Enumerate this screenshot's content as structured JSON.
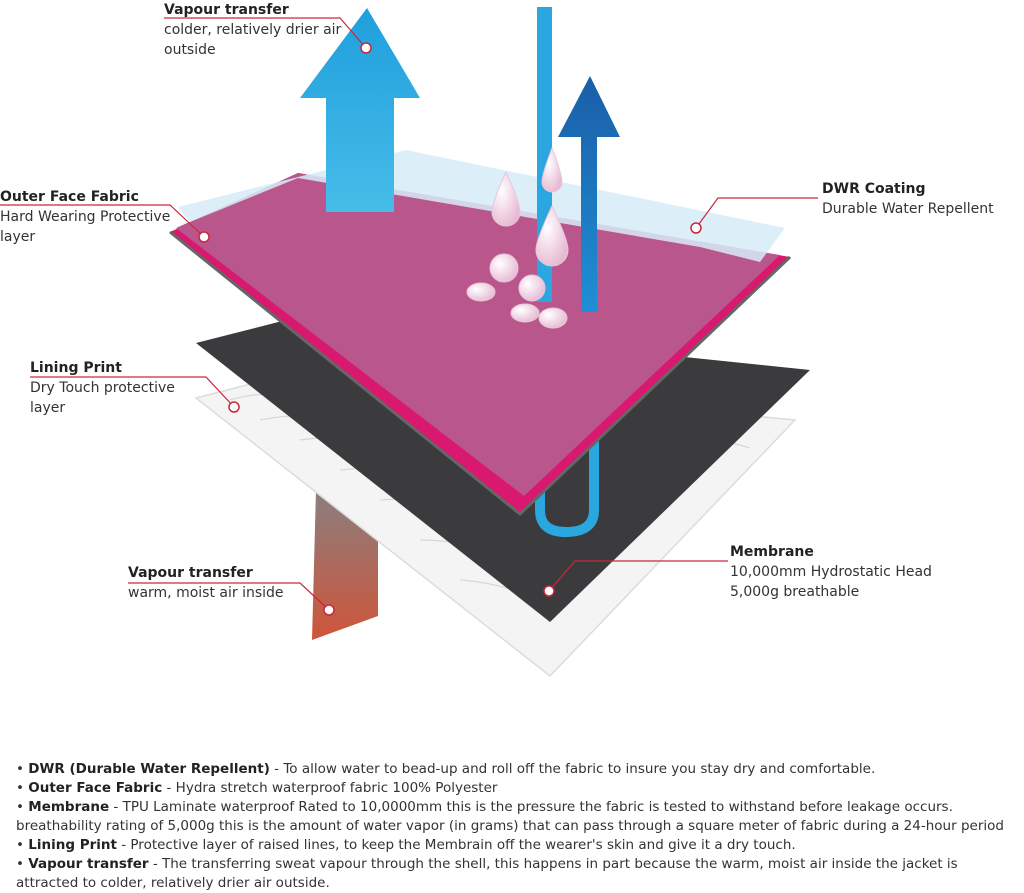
{
  "labels": {
    "vapour_out": {
      "title": "Vapour transfer",
      "desc": "colder, relatively drier air\noutside"
    },
    "outer_face": {
      "title": "Outer Face Fabric",
      "desc": "Hard Wearing Protective\nlayer"
    },
    "dwr": {
      "title": "DWR Coating",
      "desc": "Durable Water Repellent"
    },
    "lining": {
      "title": "Lining Print",
      "desc": "Dry Touch protective\nlayer"
    },
    "vapour_in": {
      "title": "Vapour transfer",
      "desc": "warm, moist air inside"
    },
    "membrane": {
      "title": "Membrane",
      "desc": "10,000mm Hydrostatic Head\n5,000g breathable"
    }
  },
  "notes": [
    {
      "term": "DWR (Durable Water Repellent)",
      "text": " - To allow water to bead-up and roll off the fabric to insure you stay dry and comfortable."
    },
    {
      "term": "Outer Face Fabric",
      "text": " - Hydra stretch waterproof fabric 100% Polyester"
    },
    {
      "term": "Membrane",
      "text": " - TPU Laminate waterproof Rated to 10,0000mm this is the pressure the fabric is tested to withstand before leakage occurs. breathability rating of 5,000g this is the amount of water vapor (in grams) that can pass through a square meter of fabric during a 24-hour period"
    },
    {
      "term": "Lining Print",
      "text": " - Protective layer of raised lines, to keep the Membrain off the wearer's skin and give it a dry touch."
    },
    {
      "term": "Vapour transfer",
      "text": " - The transferring sweat vapour through the shell, this happens in part because the warm, moist air inside the jacket is attracted to colder, relatively drier air outside."
    }
  ],
  "colors": {
    "outer_fabric": "#b9578c",
    "outer_edge": "#d8196f",
    "membrane": "#3b3b3d",
    "dwr": "#d6ecf8",
    "arrow_light": "#27a7df",
    "arrow_dark": "#1466b2",
    "warm_arrow": "#c9573f",
    "leader": "#c9283a"
  }
}
